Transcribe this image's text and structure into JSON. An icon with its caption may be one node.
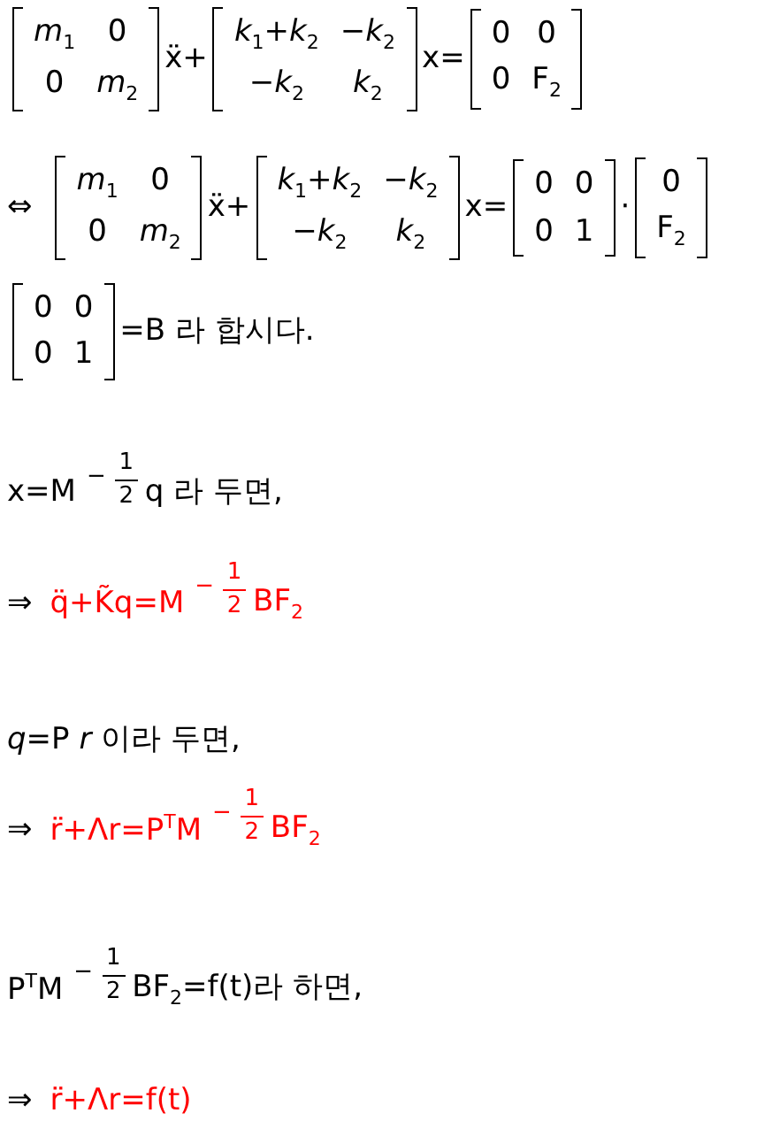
{
  "diagram": {
    "labels": [
      "*m*$_{1}$",
      "0",
      "0",
      "*m*$_{2}$",
      "ẍ+",
      "*k*$_{1}$+*k*$_{2}$",
      "−*k*$_{2}$",
      "−*k*$_{2}$",
      "*k*$_{2}$",
      "x=",
      "0",
      "0",
      "0",
      "F$_{2}$",
      "⇔",
      "*m*$_{1}$",
      "0",
      "0",
      "*m*$_{2}$",
      "ẍ+",
      "*k*$_{1}$+*k*$_{2}$",
      "−*k*$_{2}$",
      "−*k*$_{2}$",
      "*k*$_{2}$",
      "x=",
      "0",
      "0",
      "0",
      "1",
      "·",
      "0",
      "F$_{2}$",
      "0",
      "0",
      "0",
      "1",
      "=B 라 합시다.",
      "x=M",
      "−",
      "1",
      "2",
      "q 라 두면,",
      "⇒",
      "q̈+K̃q=M",
      "−",
      "1",
      "2",
      "BF$_{2}$",
      "*q*=P *r* 이라 두면,",
      "⇒",
      "r̈+Λr=P$^{T}$M",
      "−",
      "1",
      "2",
      "BF$_{2}$",
      "P$^{T}$M",
      "−",
      "1",
      "2",
      "BF$_{2}$=f(t)라 하면,",
      "⇒",
      "r̈+Λr=f(t)"
    ]
  }
}
